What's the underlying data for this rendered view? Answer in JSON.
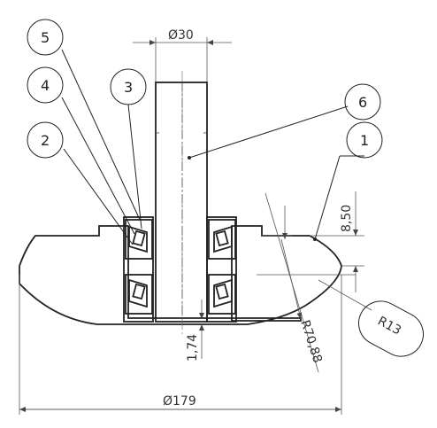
{
  "dimensions": {
    "shaft_diameter": "Ø30",
    "base_diameter": "Ø179",
    "height_850": "8,50",
    "height_174": "1,74",
    "radius_large": "R70,88",
    "radius_small": "R13"
  },
  "balloons": [
    {
      "label": "1"
    },
    {
      "label": "2"
    },
    {
      "label": "3"
    },
    {
      "label": "4"
    },
    {
      "label": "5"
    },
    {
      "label": "6"
    }
  ]
}
